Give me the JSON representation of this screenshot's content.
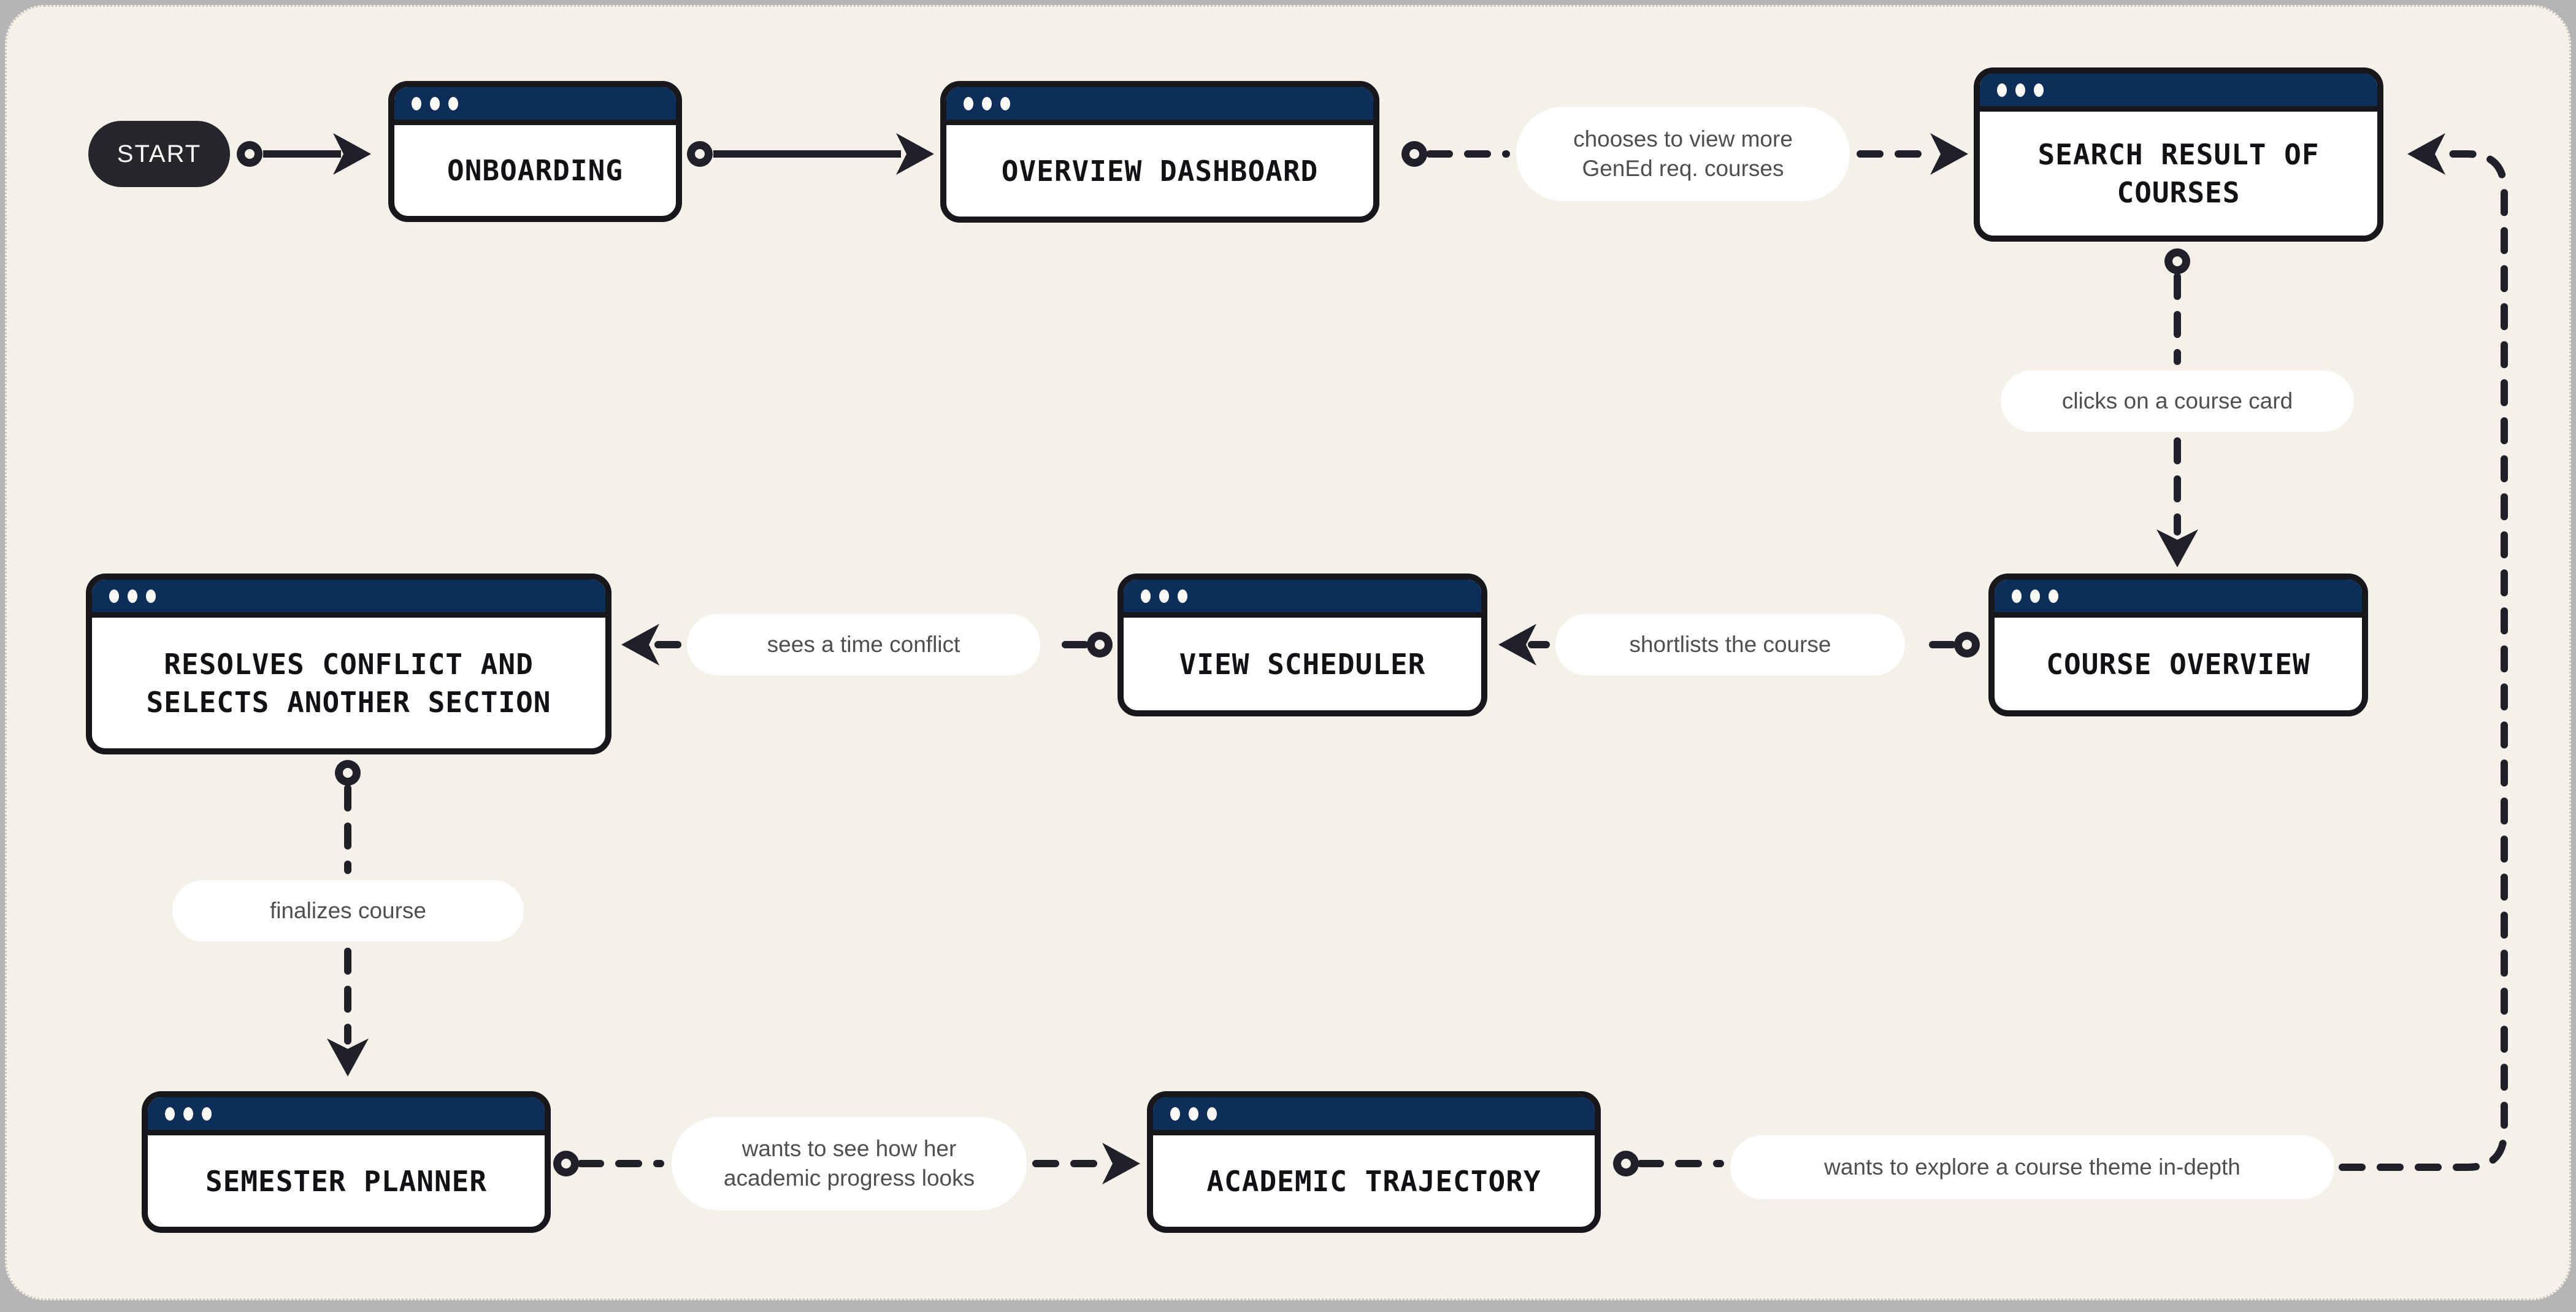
{
  "canvas": {
    "background": "#f6f1e8",
    "frame_background": "#b5b5b5"
  },
  "colors": {
    "titlebar_navy": "#0e2e5a",
    "ink": "#20202a",
    "node_background": "#ffffff",
    "start_background": "#26262c",
    "start_text": "#ffffff",
    "label_text": "#4f4f4f"
  },
  "start": {
    "label": "START"
  },
  "nodes": [
    {
      "id": "onboarding",
      "title": "ONBOARDING"
    },
    {
      "id": "overview-dashboard",
      "title": "OVERVIEW DASHBOARD"
    },
    {
      "id": "search-result-of-courses",
      "title": "SEARCH RESULT OF\nCOURSES"
    },
    {
      "id": "resolves-conflict",
      "title": "RESOLVES CONFLICT AND\nSELECTS ANOTHER SECTION"
    },
    {
      "id": "view-scheduler",
      "title": "VIEW SCHEDULER"
    },
    {
      "id": "course-overview",
      "title": "COURSE OVERVIEW"
    },
    {
      "id": "semester-planner",
      "title": "SEMESTER PLANNER"
    },
    {
      "id": "academic-trajectory",
      "title": "ACADEMIC TRAJECTORY"
    }
  ],
  "edges": [
    {
      "from": "start",
      "to": "onboarding",
      "style": "solid",
      "label": ""
    },
    {
      "from": "onboarding",
      "to": "overview-dashboard",
      "style": "solid",
      "label": ""
    },
    {
      "from": "overview-dashboard",
      "to": "search-result-of-courses",
      "style": "dashed",
      "label": "chooses to view more\nGenEd req. courses"
    },
    {
      "from": "search-result-of-courses",
      "to": "course-overview",
      "style": "dashed",
      "label": "clicks on a course card"
    },
    {
      "from": "course-overview",
      "to": "view-scheduler",
      "style": "dashed",
      "label": "shortlists the course"
    },
    {
      "from": "view-scheduler",
      "to": "resolves-conflict",
      "style": "dashed",
      "label": "sees a time conflict"
    },
    {
      "from": "resolves-conflict",
      "to": "semester-planner",
      "style": "dashed",
      "label": "finalizes course"
    },
    {
      "from": "semester-planner",
      "to": "academic-trajectory",
      "style": "dashed",
      "label": "wants to see how her\nacademic progress looks"
    },
    {
      "from": "academic-trajectory",
      "to": "search-result-of-courses",
      "style": "dashed",
      "label": "wants to explore a course theme in-depth"
    }
  ]
}
